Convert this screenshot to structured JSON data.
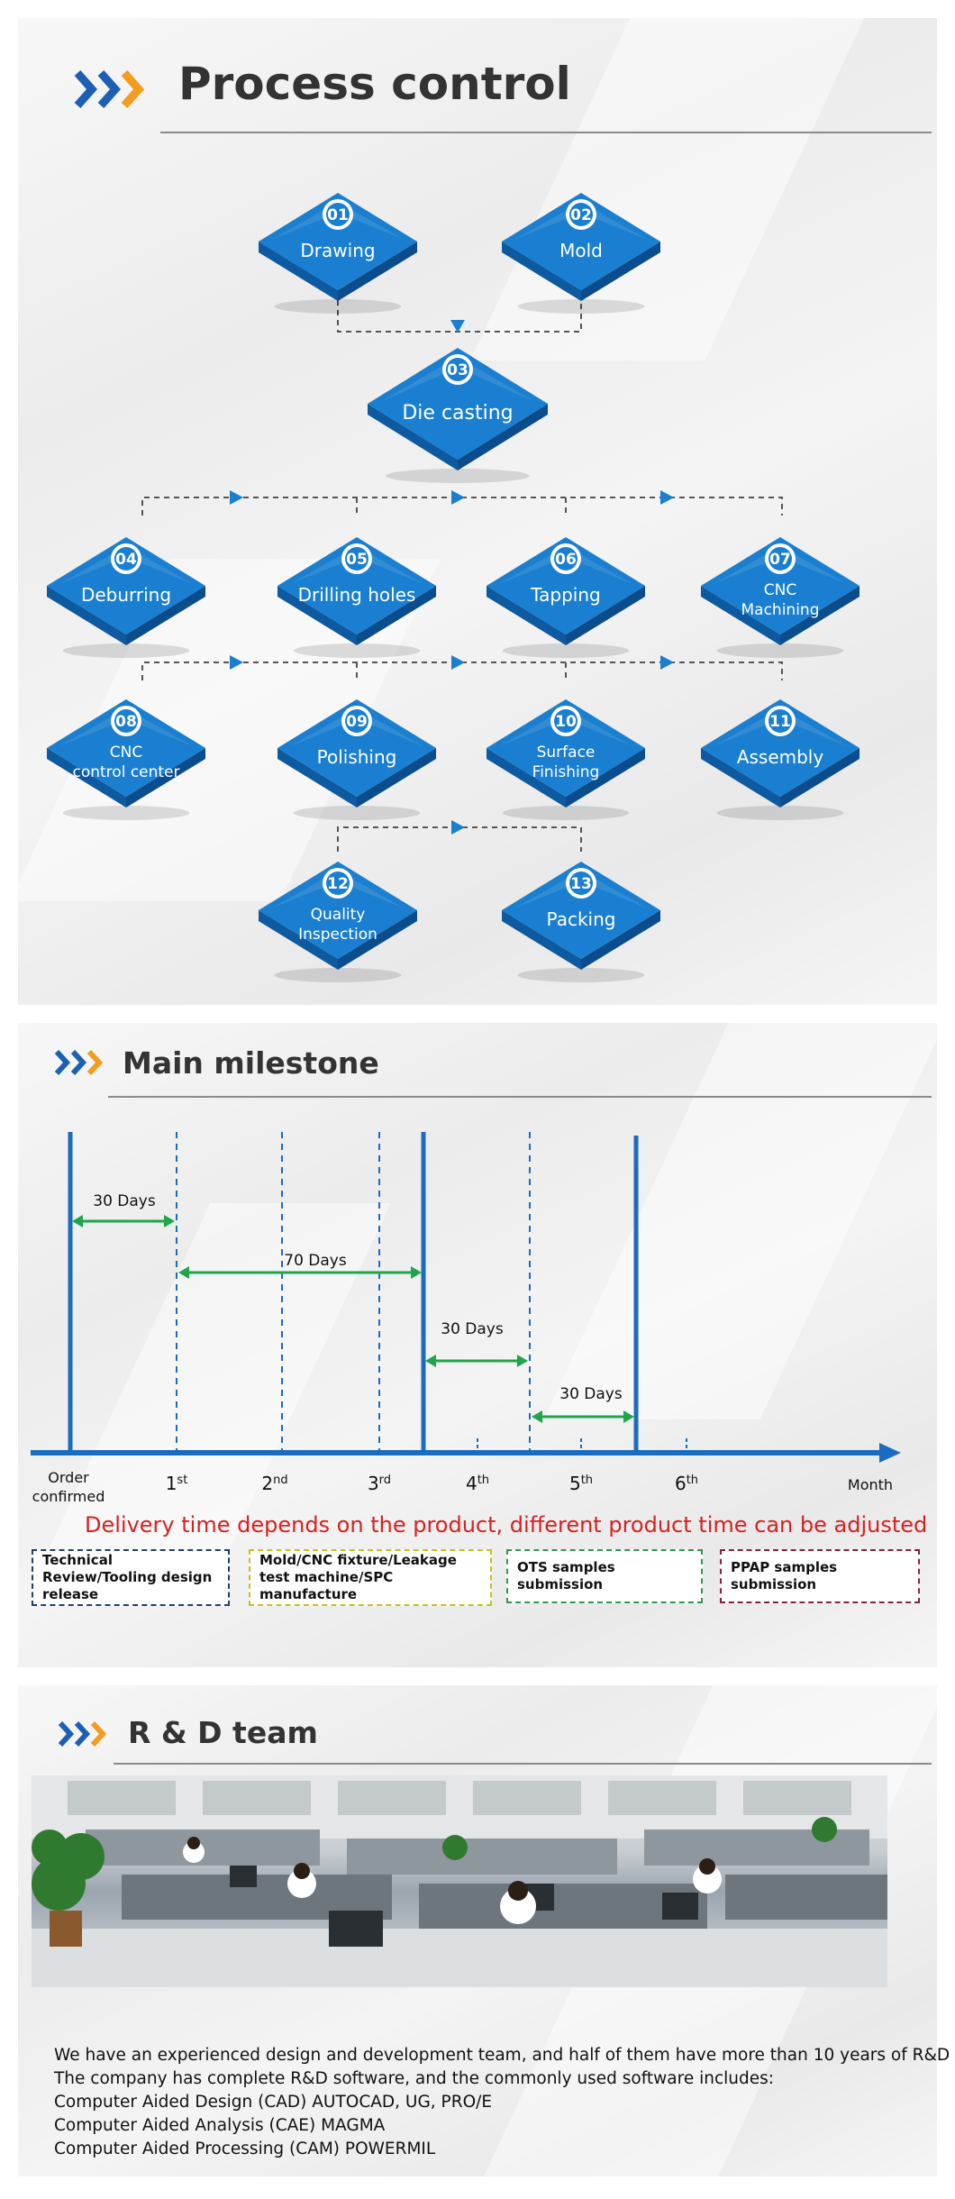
{
  "process": {
    "title": "Process control",
    "steps": [
      {
        "num": "01",
        "label": [
          "Drawing"
        ]
      },
      {
        "num": "02",
        "label": [
          "Mold"
        ]
      },
      {
        "num": "03",
        "label": [
          "Die casting"
        ]
      },
      {
        "num": "04",
        "label": [
          "Deburring"
        ]
      },
      {
        "num": "05",
        "label": [
          "Drilling holes"
        ]
      },
      {
        "num": "06",
        "label": [
          "Tapping"
        ]
      },
      {
        "num": "07",
        "label": [
          "CNC",
          "Machining"
        ]
      },
      {
        "num": "08",
        "label": [
          "CNC",
          "control center"
        ]
      },
      {
        "num": "09",
        "label": [
          "Polishing"
        ]
      },
      {
        "num": "10",
        "label": [
          "Surface",
          "Finishing"
        ]
      },
      {
        "num": "11",
        "label": [
          "Assembly"
        ]
      },
      {
        "num": "12",
        "label": [
          "Quality",
          "Inspection"
        ]
      },
      {
        "num": "13",
        "label": [
          "Packing"
        ]
      }
    ]
  },
  "milestone": {
    "title": "Main milestone",
    "axis_labels": [
      {
        "text": "Order",
        "sup": ""
      },
      {
        "text": "1",
        "sup": "st"
      },
      {
        "text": "2",
        "sup": "nd"
      },
      {
        "text": "3",
        "sup": "rd"
      },
      {
        "text": "4",
        "sup": "th"
      },
      {
        "text": "5",
        "sup": "th"
      },
      {
        "text": "6",
        "sup": "th"
      },
      {
        "text": "Month",
        "sup": ""
      }
    ],
    "order_second_line": "confirmed",
    "spans": [
      "30 Days",
      "70 Days",
      "30 Days",
      "30 Days"
    ],
    "note": "Delivery time depends on the product, different product time can be adjusted",
    "phases": [
      {
        "label": "Technical Review/Tooling design release",
        "days": "30 Days",
        "border": "#233e6b",
        "bar": "#1f5fb4"
      },
      {
        "label": "Mold/CNC fixture/Leakage test machine/SPC manufacture",
        "days": "70 Days",
        "border": "#c8c217",
        "bar": "#e6e02a"
      },
      {
        "label": "OTS samples submission",
        "days": "30 Days",
        "border": "#2e9a4a",
        "bar": "#22b14c"
      },
      {
        "label": "PPAP samples submission",
        "days": "30 Days",
        "border": "#8a2040",
        "bar": "#e0186a"
      }
    ]
  },
  "rd": {
    "title": "R & D team",
    "lines": [
      "We have an experienced design and development team, and half of them have more than 10 years of R&D",
      "The company has complete R&D software, and the commonly used software includes:",
      "Computer Aided Design (CAD) AUTOCAD, UG, PRO/E",
      "Computer Aided Analysis (CAE) MAGMA",
      "Computer Aided Processing (CAM) POWERMIL"
    ]
  },
  "colors": {
    "tile_top": "#1a7fd0",
    "tile_side": "#0d5aa0",
    "chevron_blue": "#1c5fb3",
    "chevron_orange": "#f39c1e",
    "timeline": "#1a6cc0",
    "span_arrow": "#1fa64a"
  }
}
